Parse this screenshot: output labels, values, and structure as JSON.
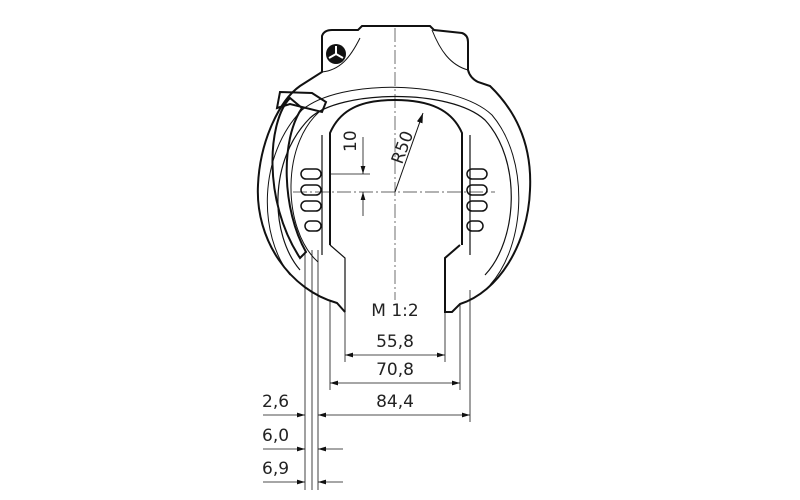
{
  "drawing": {
    "scale_label": "M  1:2",
    "radius_label": "R50",
    "height_label": "10",
    "dimensions": {
      "inner_width": "55,8",
      "mid_width": "70,8",
      "outer_width": "84,4",
      "offset_a": "2,6",
      "offset_b": "6,0",
      "offset_c": "6,9"
    },
    "line_color": "#111111"
  }
}
